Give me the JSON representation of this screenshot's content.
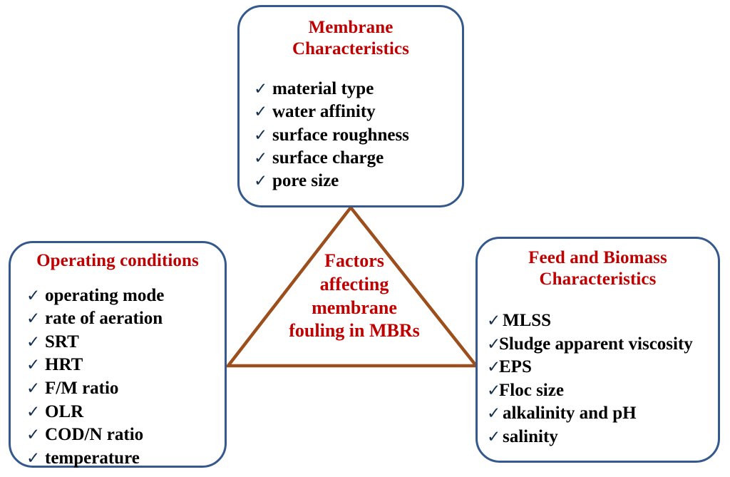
{
  "diagram": {
    "title": "Factors affecting membrane fouling in MBRs",
    "colors": {
      "box_border": "#35598C",
      "title_text": "#C00000",
      "list_text": "#000000",
      "check_mark": "#132F52",
      "triangle_line": "#9C4E1C",
      "background": "#FFFFFF"
    },
    "center": {
      "lines": [
        "Factors",
        "affecting",
        "membrane",
        "fouling in MBRs"
      ]
    },
    "boxes": {
      "membrane": {
        "title_lines": [
          "Membrane",
          "Characteristics"
        ],
        "items": [
          "material type",
          "water affinity",
          "surface roughness",
          "surface charge",
          "pore size"
        ],
        "check_glyph": "✓"
      },
      "operating": {
        "title_lines": [
          "Operating conditions"
        ],
        "items": [
          "operating mode",
          "rate of aeration",
          "SRT",
          "HRT",
          "F/M ratio",
          "OLR",
          "COD/N ratio",
          "temperature"
        ],
        "check_glyph": "✓"
      },
      "feed": {
        "title_lines": [
          "Feed and Biomass",
          "Characteristics"
        ],
        "items": [
          "MLSS",
          "Sludge apparent viscosity",
          "EPS",
          "Floc size",
          "alkalinity and pH",
          "salinity"
        ],
        "check_glyph": "✓"
      }
    }
  }
}
